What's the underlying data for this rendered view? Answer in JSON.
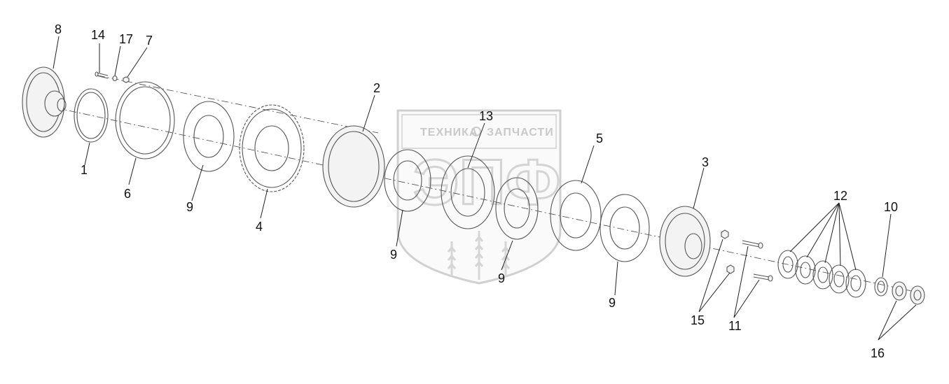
{
  "watermark": {
    "left_word": "ТЕХНИКА",
    "right_word": "ЗАПЧАСТИ",
    "letters": "ЭПФ"
  },
  "callouts": {
    "c8": "8",
    "c14": "14",
    "c17": "17",
    "c7": "7",
    "c2": "2",
    "c13": "13",
    "c5": "5",
    "c3": "3",
    "c12": "12",
    "c10": "10",
    "c1": "1",
    "c6": "6",
    "c9a": "9",
    "c4": "4",
    "c9b": "9",
    "c9c": "9",
    "c9d": "9",
    "c15": "15",
    "c11": "11",
    "c16": "16"
  }
}
